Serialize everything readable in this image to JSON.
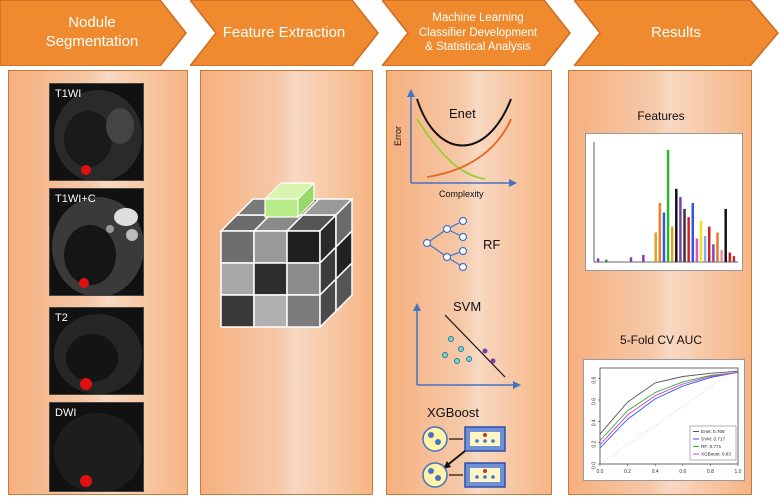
{
  "steps": [
    {
      "label": "Nodule Segmentation"
    },
    {
      "label": "Feature Extraction"
    },
    {
      "label": "Machine Learning Classifier Development & Statistical Analysis"
    },
    {
      "label": "Results"
    }
  ],
  "segmentation": {
    "images": [
      {
        "label": "T1WI"
      },
      {
        "label": "T1WI+C"
      },
      {
        "label": "T2"
      },
      {
        "label": "DWI"
      }
    ]
  },
  "classifiers": {
    "enet": {
      "title": "Enet",
      "ylabel": "Error",
      "xlabel": "Complexity"
    },
    "rf": {
      "title": "RF"
    },
    "svm": {
      "title": "SVM"
    },
    "xgboost": {
      "title": "XGBoost"
    }
  },
  "results": {
    "features_title": "Features",
    "auc_title": "5-Fold CV AUC",
    "chart_data": [
      {
        "type": "bar",
        "title": "Features",
        "values": [
          0.03,
          0.0,
          0.02,
          0.0,
          0.0,
          0.0,
          0.0,
          0.0,
          0.04,
          0.0,
          0.0,
          0.06,
          0.0,
          0.0,
          0.25,
          0.5,
          0.42,
          0.95,
          0.3,
          0.62,
          0.55,
          0.45,
          0.38,
          0.5,
          0.2,
          0.35,
          0.22,
          0.3,
          0.15,
          0.25,
          0.1,
          0.45,
          0.08,
          0.05
        ],
        "colors": [
          "#7b3fb5",
          "#ffffff",
          "#1a9641",
          "#ffffff",
          "#ffffff",
          "#ffffff",
          "#ffffff",
          "#ffffff",
          "#7b3fb5",
          "#ffffff",
          "#ffffff",
          "#7b3fb5",
          "#ffffff",
          "#ffffff",
          "#e0a020",
          "#f57c1f",
          "#3355dd",
          "#2bb52b",
          "#e0a020",
          "#111111",
          "#7b3fb5",
          "#333333",
          "#cc2222",
          "#3355dd",
          "#dd55cc",
          "#f0e020",
          "#88aaee",
          "#cc2222",
          "#8844aa",
          "#e07733",
          "#ee88aa",
          "#111111",
          "#cc2222",
          "#aa3333"
        ],
        "ylim": [
          0,
          1
        ]
      },
      {
        "type": "line",
        "title": "5-Fold CV AUC",
        "x": [
          0.0,
          0.2,
          0.4,
          0.6,
          0.8,
          1.0
        ],
        "xticks": [
          "0.0",
          "0.2",
          "0.4",
          "0.6",
          "0.8",
          "1.0"
        ],
        "yticks": [
          "0.0",
          "0.2",
          "0.4",
          "0.6",
          "0.8"
        ],
        "xlim": [
          0,
          1
        ],
        "ylim": [
          0,
          0.9
        ],
        "legend_position": "bottom-right",
        "series": [
          {
            "name": "Enet: 0.768",
            "color": "#555555",
            "values": [
              0.28,
              0.58,
              0.76,
              0.82,
              0.85,
              0.87
            ]
          },
          {
            "name": "SVM: 0.717",
            "color": "#3355ff",
            "values": [
              0.15,
              0.42,
              0.61,
              0.73,
              0.81,
              0.86
            ]
          },
          {
            "name": "RF: 0.771",
            "color": "#33aa33",
            "values": [
              0.22,
              0.5,
              0.67,
              0.77,
              0.83,
              0.86
            ]
          },
          {
            "name": "XGBoost: 0.83",
            "color": "#cc44cc",
            "values": [
              0.18,
              0.46,
              0.64,
              0.75,
              0.82,
              0.86
            ]
          }
        ]
      }
    ]
  },
  "colors": {
    "chevron": "#f08a2e",
    "chevron_border": "#d2691e",
    "panel": "#f5b383"
  }
}
